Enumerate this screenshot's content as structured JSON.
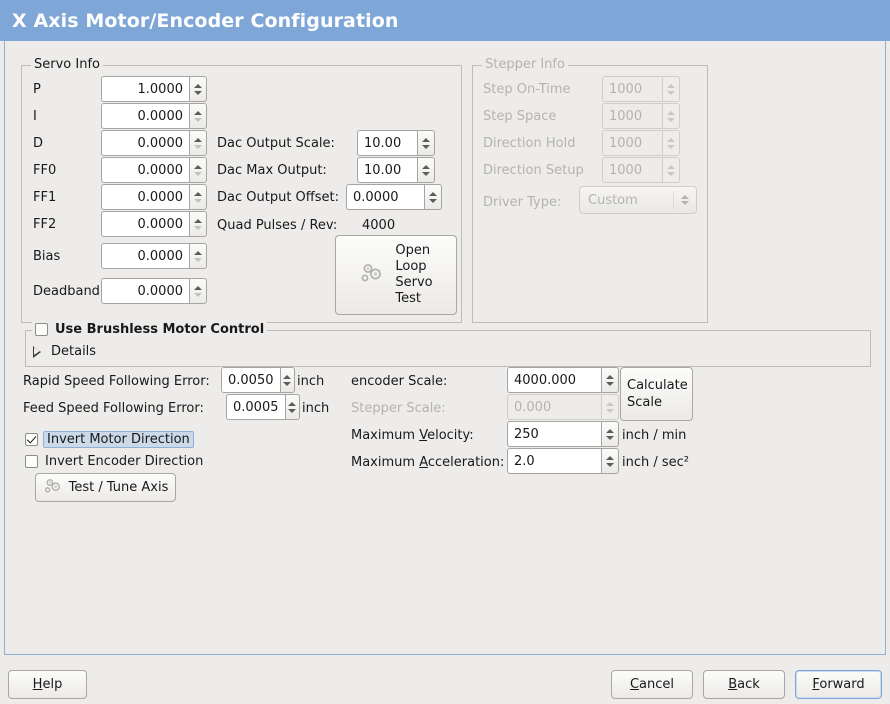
{
  "window": {
    "title": "X Axis Motor/Encoder Configuration",
    "title_bg": "#7ea7d7",
    "bg": "#edecea"
  },
  "servo_info": {
    "legend": "Servo Info",
    "rows": [
      {
        "label": "P",
        "value": "1.0000"
      },
      {
        "label": "I",
        "value": "0.0000"
      },
      {
        "label": "D",
        "value": "0.0000"
      },
      {
        "label": "FF0",
        "value": "0.0000"
      },
      {
        "label": "FF1",
        "value": "0.0000"
      },
      {
        "label": "FF2",
        "value": "0.0000"
      },
      {
        "label": "Bias",
        "value": "0.0000"
      },
      {
        "label": "Deadband",
        "value": "0.0000"
      }
    ],
    "dac": [
      {
        "label": "Dac Output Scale:",
        "value": "10.00"
      },
      {
        "label": "Dac Max Output:",
        "value": "10.00"
      },
      {
        "label": "Dac Output Offset:",
        "value": "0.0000"
      }
    ],
    "quad_label": "Quad Pulses / Rev:",
    "quad_value": "4000",
    "open_loop_button": "Open\nLoop\nServo\nTest",
    "open_loop_lines": [
      "Open",
      "Loop",
      "Servo",
      "Test"
    ]
  },
  "stepper_info": {
    "legend": "Stepper Info",
    "disabled": true,
    "rows": [
      {
        "label": "Step On-Time",
        "value": "1000"
      },
      {
        "label": "Step Space",
        "value": "1000"
      },
      {
        "label": "Direction Hold",
        "value": "1000"
      },
      {
        "label": "Direction Setup",
        "value": "1000"
      }
    ],
    "driver_type_label": "Driver Type:",
    "driver_type_value": "Custom"
  },
  "brushless": {
    "legend": "Use Brushless Motor Control",
    "checked": false,
    "details_label": "Details"
  },
  "errors": {
    "rapid_label": "Rapid Speed Following Error:",
    "rapid_value": "0.0050",
    "rapid_unit": "inch",
    "feed_label": "Feed Speed Following Error:",
    "feed_value": "0.0005",
    "feed_unit": "inch"
  },
  "inverts": {
    "motor_label": "Invert Motor Direction",
    "motor_checked": true,
    "motor_focused": true,
    "encoder_label": "Invert Encoder Direction",
    "encoder_checked": false
  },
  "test_tune_button": "Test / Tune Axis",
  "scales": {
    "encoder_label": "encoder Scale:",
    "encoder_value": "4000.000",
    "stepper_label": "Stepper Scale:",
    "stepper_value": "0.000",
    "stepper_disabled": true,
    "calculate_lines": [
      "Calculate",
      "Scale"
    ],
    "max_velocity_label": "Maximum Velocity:",
    "max_velocity_value": "250",
    "max_velocity_unit": "inch / min",
    "max_accel_label": "Maximum Acceleration:",
    "max_accel_value": "2.0",
    "max_accel_unit": "inch / sec²"
  },
  "footer": {
    "help": "Help",
    "cancel": "Cancel",
    "back": "Back",
    "forward": "Forward",
    "focused": "forward"
  }
}
